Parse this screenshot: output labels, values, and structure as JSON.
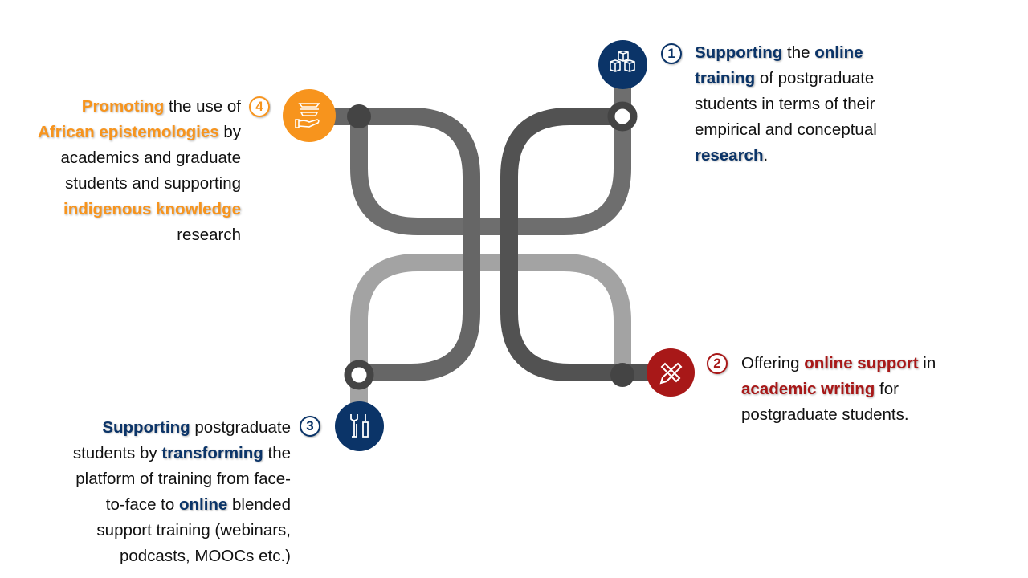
{
  "colors": {
    "navy": "#0B3468",
    "red": "#A81818",
    "orange": "#F7941D",
    "track_dark": "#525252",
    "track_mid": "#666666",
    "track_mid2": "#6e6e6e",
    "track_light": "#a3a3a3"
  },
  "items": [
    {
      "number": "1",
      "icon": "cubes-icon",
      "lines": [
        [
          {
            "t": "Supporting",
            "b": true
          },
          {
            "t": " the "
          },
          {
            "t": "online",
            "b": true
          }
        ],
        [
          {
            "t": "training",
            "b": true
          },
          {
            "t": " of postgraduate"
          }
        ],
        [
          {
            "t": "students in terms of their"
          }
        ],
        [
          {
            "t": "empirical and conceptual"
          }
        ],
        [
          {
            "t": "research",
            "b": true
          },
          {
            "t": "."
          }
        ]
      ]
    },
    {
      "number": "2",
      "icon": "pencil-ruler-icon",
      "lines": [
        [
          {
            "t": "Offering "
          },
          {
            "t": "online support",
            "b": true
          },
          {
            "t": " in"
          }
        ],
        [
          {
            "t": "academic writing",
            "b": true
          },
          {
            "t": " for"
          }
        ],
        [
          {
            "t": "postgraduate students."
          }
        ]
      ]
    },
    {
      "number": "3",
      "icon": "tools-icon",
      "lines": [
        [
          {
            "t": "Supporting",
            "b": true
          },
          {
            "t": " postgraduate"
          }
        ],
        [
          {
            "t": "students by "
          },
          {
            "t": "transforming",
            "b": true
          },
          {
            "t": " the"
          }
        ],
        [
          {
            "t": "platform of training from face-"
          }
        ],
        [
          {
            "t": "to-face to "
          },
          {
            "t": "online",
            "b": true
          },
          {
            "t": " blended"
          }
        ],
        [
          {
            "t": "support training (webinars,"
          }
        ],
        [
          {
            "t": "podcasts, MOOCs etc.)"
          }
        ]
      ]
    },
    {
      "number": "4",
      "icon": "hand-layers-icon",
      "lines": [
        [
          {
            "t": "Promoting",
            "b": true
          },
          {
            "t": " the use of"
          }
        ],
        [
          {
            "t": "African epistemologies",
            "b": true
          },
          {
            "t": " by"
          }
        ],
        [
          {
            "t": "academics and graduate"
          }
        ],
        [
          {
            "t": "students and supporting"
          }
        ],
        [
          {
            "t": "indigenous knowledge",
            "b": true
          }
        ],
        [
          {
            "t": "research"
          }
        ]
      ]
    }
  ]
}
